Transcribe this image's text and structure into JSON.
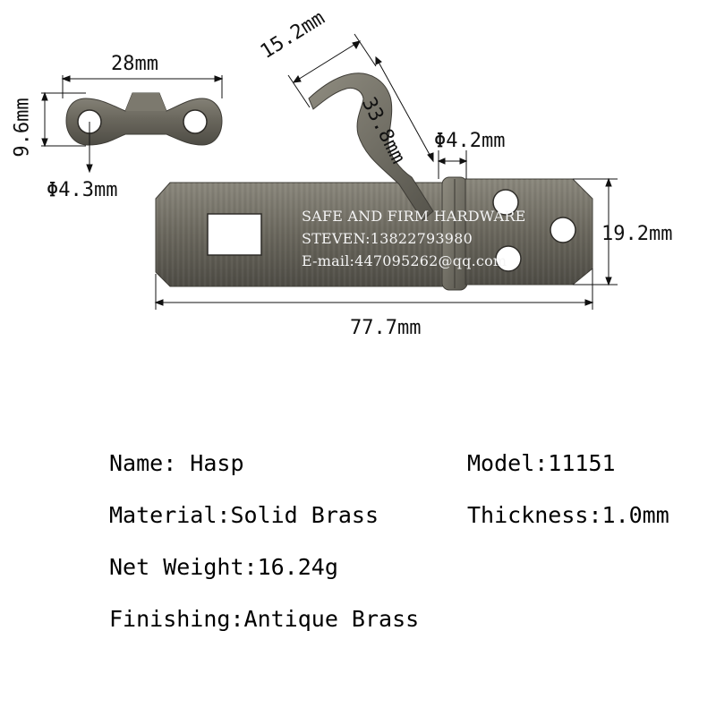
{
  "dimensions": {
    "staple_width": "28mm",
    "staple_height": "9.6mm",
    "staple_hole": "Φ4.3mm",
    "hook_width": "15.2mm",
    "hook_length": "33.8mm",
    "hinge_pin": "Φ4.2mm",
    "plate_height": "19.2mm",
    "total_length": "77.7mm"
  },
  "watermark": {
    "line1": "SAFE AND FIRM HARDWARE",
    "line2": "STEVEN:13822793980",
    "line3": "E-mail:447095262@qq.com"
  },
  "specs": {
    "name": "Name: Hasp",
    "model": "Model:11151",
    "material": "Material:Solid Brass",
    "thickness": "Thickness:1.0mm",
    "weight": "Net Weight:16.24g",
    "finishing": "Finishing:Antique Brass"
  },
  "colors": {
    "metal": "#5e5b52",
    "metal_light": "#8b887c",
    "metal_dark": "#3e3c36"
  }
}
